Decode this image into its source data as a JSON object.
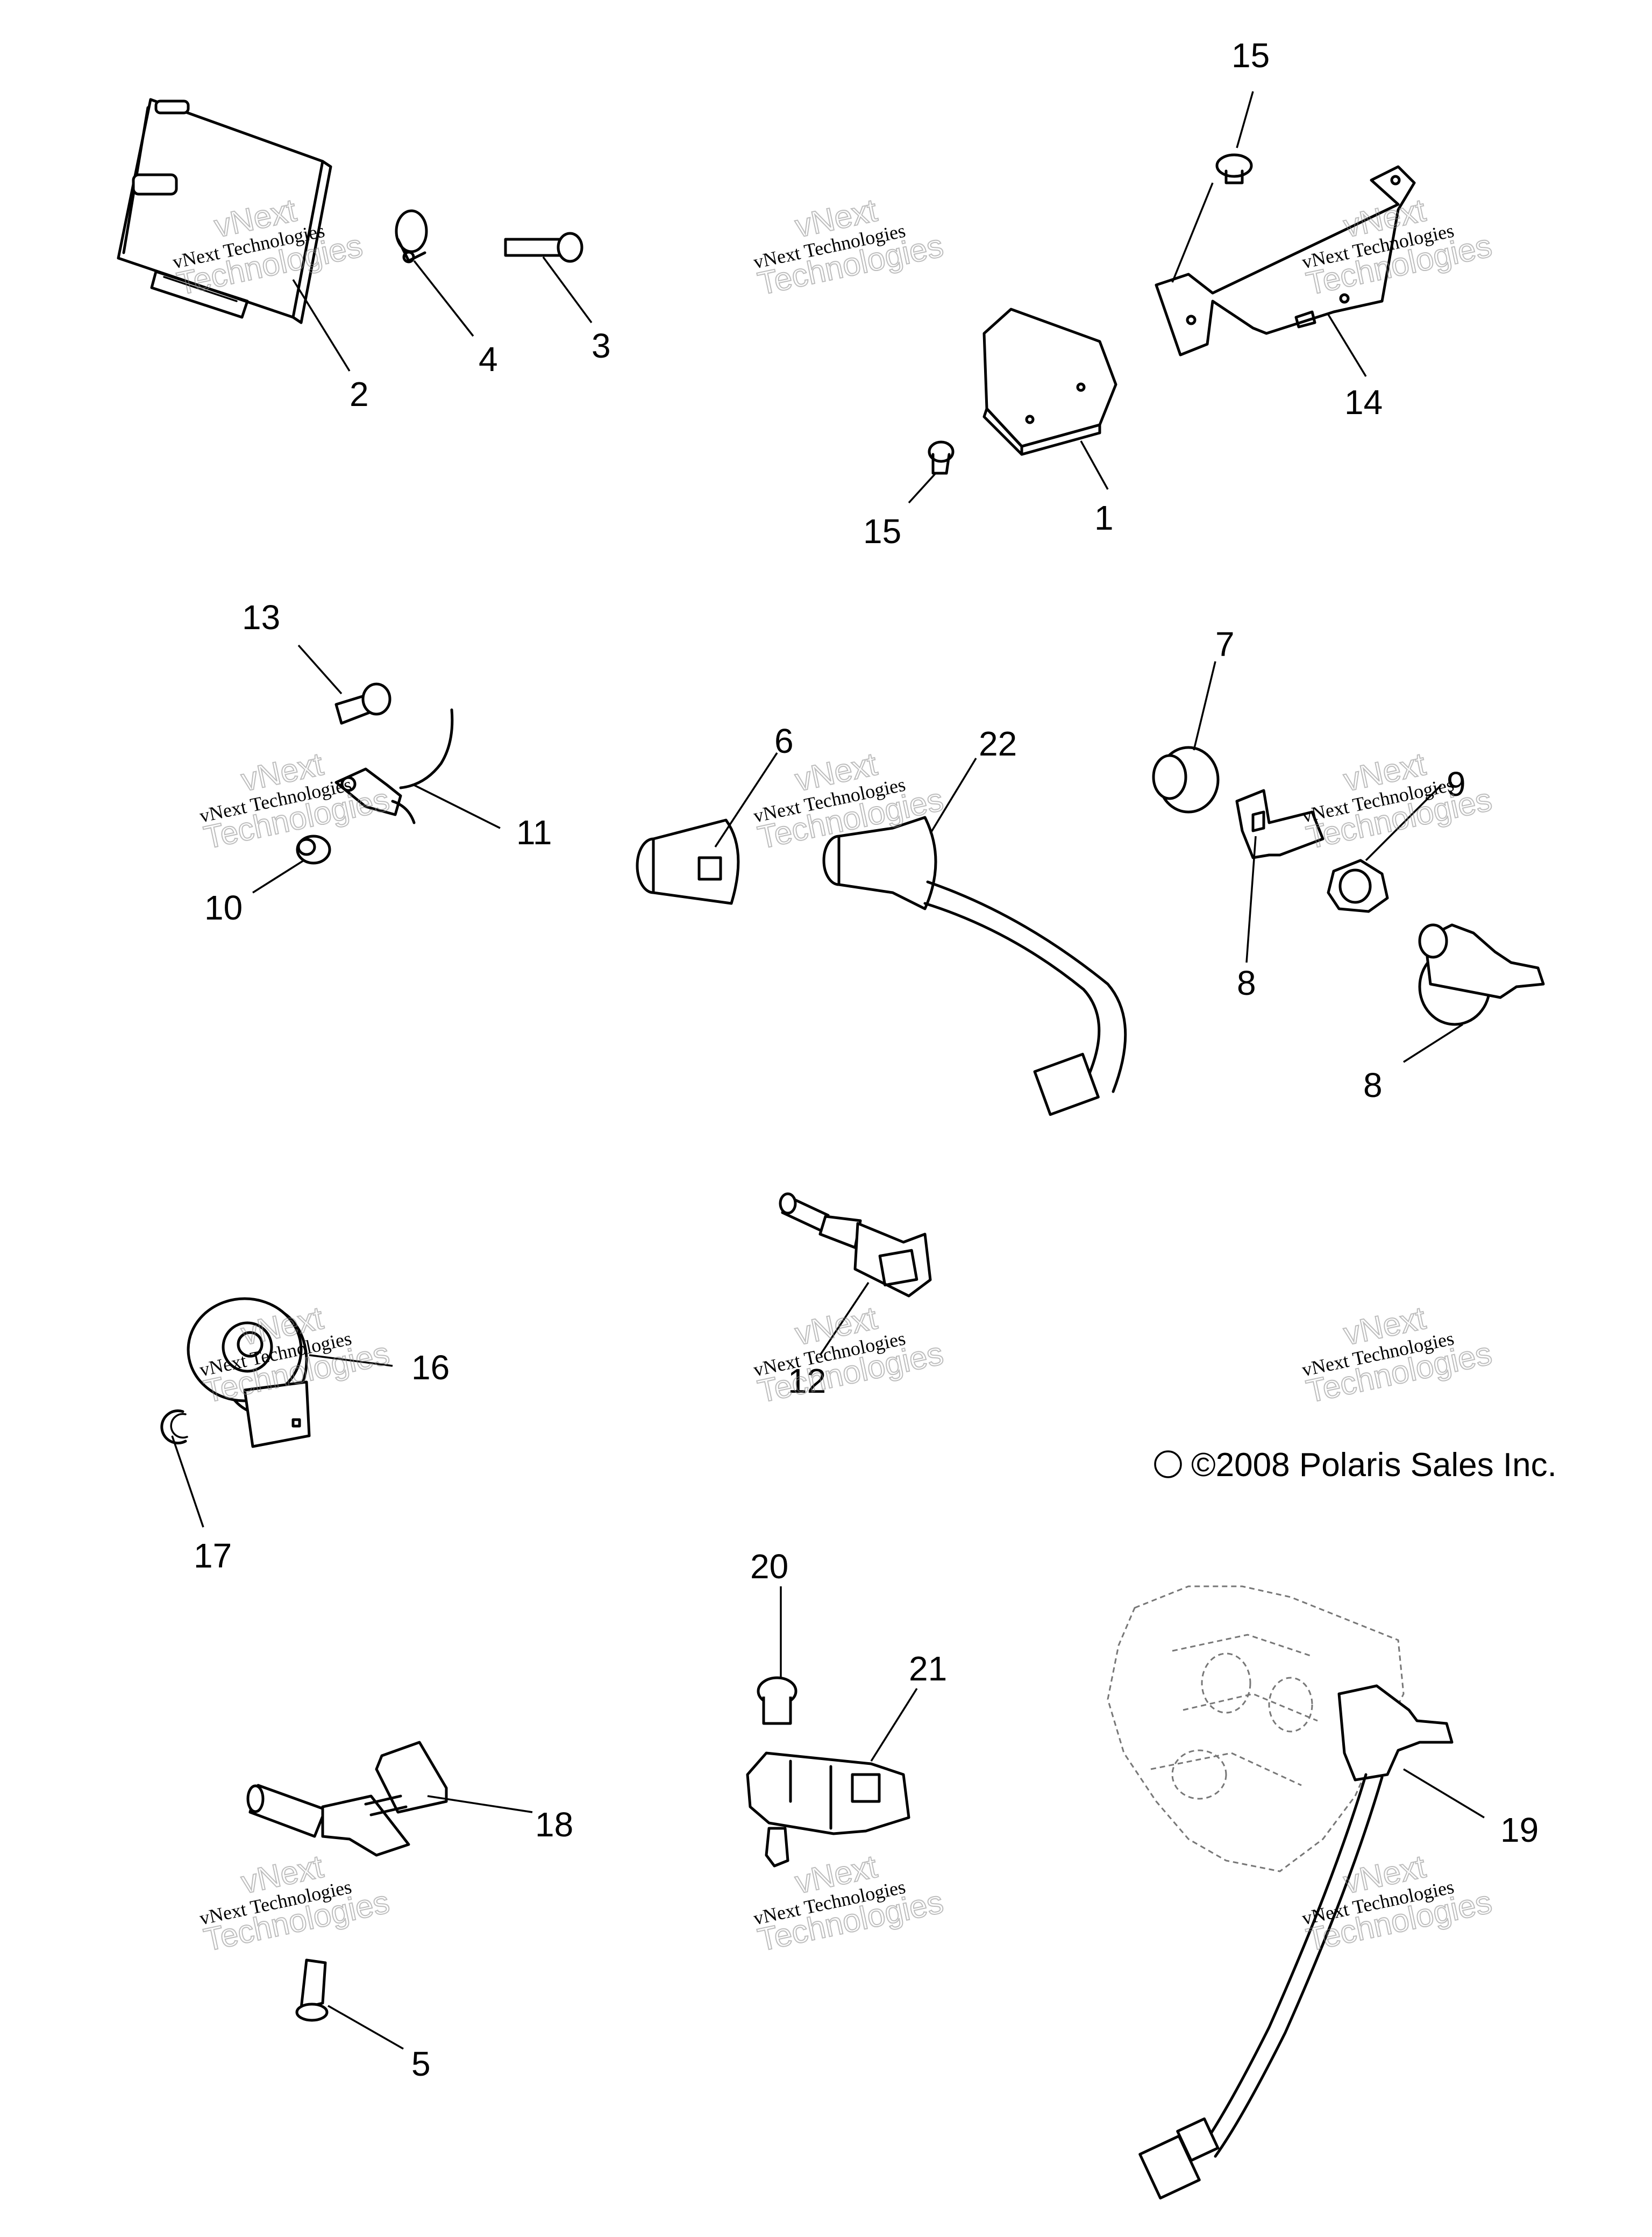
{
  "callouts": {
    "c1": "1",
    "c2": "2",
    "c3": "3",
    "c4": "4",
    "c5": "5",
    "c6": "6",
    "c7": "7",
    "c8a": "8",
    "c8b": "8",
    "c9": "9",
    "c10": "10",
    "c11": "11",
    "c12": "12",
    "c13": "13",
    "c14": "14",
    "c15a": "15",
    "c15b": "15",
    "c16": "16",
    "c17": "17",
    "c18": "18",
    "c19": "19",
    "c20": "20",
    "c21": "21",
    "c22": "22"
  },
  "watermark": {
    "line1": "vNext Technologies",
    "line2": "vNext",
    "line3": "Technologies"
  },
  "copyright": "©2008 Polaris Sales Inc."
}
